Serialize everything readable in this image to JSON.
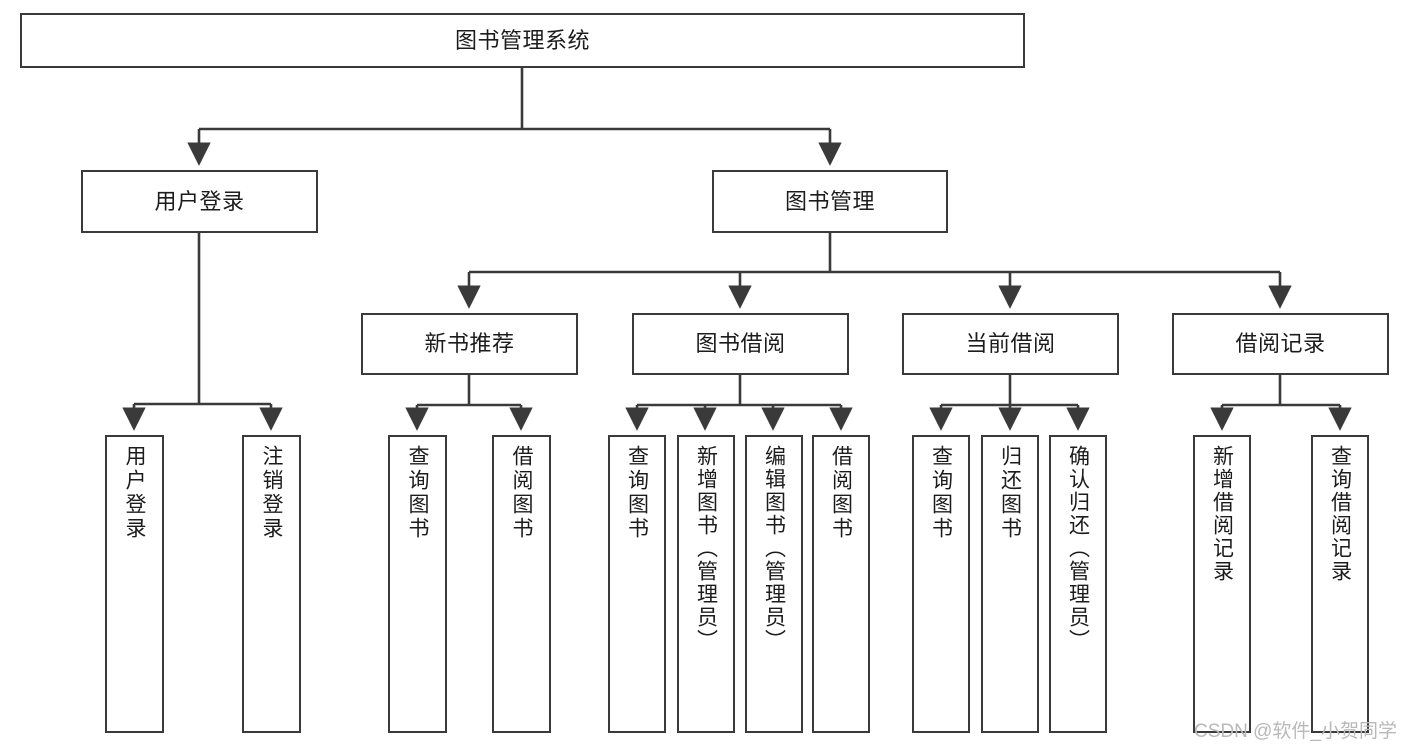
{
  "diagram": {
    "title": "图书管理系统",
    "type": "tree",
    "watermark": "CSDN @软件_小贺同学",
    "nodes": {
      "root": {
        "label": "图书管理系统"
      },
      "level2": [
        {
          "id": "user-login",
          "label": "用户登录"
        },
        {
          "id": "book-management",
          "label": "图书管理"
        }
      ],
      "level3": [
        {
          "id": "new-book-recommend",
          "label": "新书推荐"
        },
        {
          "id": "book-borrow",
          "label": "图书借阅"
        },
        {
          "id": "current-borrow",
          "label": "当前借阅"
        },
        {
          "id": "borrow-record",
          "label": "借阅记录"
        }
      ],
      "leaves": [
        {
          "id": "leaf-user-login",
          "label": "用户登录",
          "parent": "user-login"
        },
        {
          "id": "leaf-user-logout",
          "label": "注销登录",
          "parent": "user-login"
        },
        {
          "id": "leaf-query-book-1",
          "label": "查询图书",
          "parent": "new-book-recommend"
        },
        {
          "id": "leaf-borrow-book-1",
          "label": "借阅图书",
          "parent": "new-book-recommend"
        },
        {
          "id": "leaf-query-book-2",
          "label": "查询图书",
          "parent": "book-borrow"
        },
        {
          "id": "leaf-add-book",
          "label": "新增图书（管理员）",
          "parent": "book-borrow"
        },
        {
          "id": "leaf-edit-book",
          "label": "编辑图书（管理员）",
          "parent": "book-borrow"
        },
        {
          "id": "leaf-borrow-book-2",
          "label": "借阅图书",
          "parent": "book-borrow"
        },
        {
          "id": "leaf-query-book-3",
          "label": "查询图书",
          "parent": "current-borrow"
        },
        {
          "id": "leaf-return-book",
          "label": "归还图书",
          "parent": "current-borrow"
        },
        {
          "id": "leaf-confirm-return",
          "label": "确认归还（管理员）",
          "parent": "current-borrow"
        },
        {
          "id": "leaf-add-record",
          "label": "新增借阅记录",
          "parent": "borrow-record"
        },
        {
          "id": "leaf-query-record",
          "label": "查询借阅记录",
          "parent": "borrow-record"
        }
      ]
    },
    "colors": {
      "stroke": "#3a3a3a",
      "background": "#ffffff",
      "text": "#1c1c1c",
      "watermark": "#b9b9b9"
    }
  }
}
